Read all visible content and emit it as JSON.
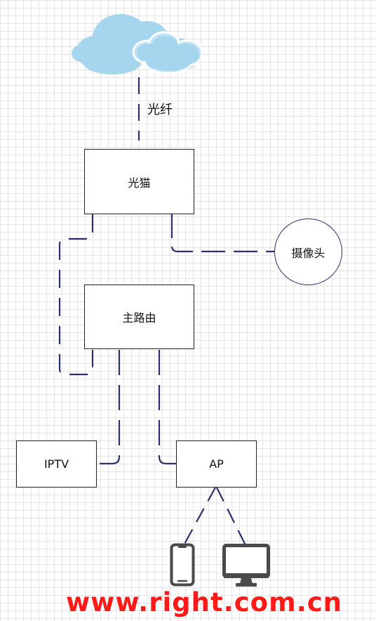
{
  "diagram": {
    "nodes": {
      "internet": {
        "label": "",
        "icon": "cloud-icon"
      },
      "optical_modem": {
        "label": "光猫"
      },
      "camera": {
        "label": "摄像头"
      },
      "main_router": {
        "label": "主路由"
      },
      "iptv": {
        "label": "IPTV"
      },
      "ap": {
        "label": "AP"
      },
      "phone": {
        "label": "",
        "icon": "smartphone-icon"
      },
      "monitor": {
        "label": "",
        "icon": "monitor-icon"
      }
    },
    "edges": [
      {
        "from": "internet",
        "to": "optical_modem",
        "label": "光纤",
        "style": "dashed"
      },
      {
        "from": "optical_modem",
        "to": "main_router",
        "label": "",
        "style": "dashed"
      },
      {
        "from": "optical_modem",
        "to": "camera",
        "label": "",
        "style": "dashed"
      },
      {
        "from": "main_router",
        "to": "iptv",
        "label": "",
        "style": "dashed"
      },
      {
        "from": "main_router",
        "to": "ap",
        "label": "",
        "style": "dashed"
      },
      {
        "from": "ap",
        "to": "phone",
        "label": "",
        "style": "dashed"
      },
      {
        "from": "ap",
        "to": "monitor",
        "label": "",
        "style": "dashed"
      }
    ]
  },
  "watermark": "www.right.com.cn",
  "colors": {
    "line": "#2b2f6b",
    "cloud": "#a6d6ee",
    "device": "#4a4a4a",
    "watermark": "#ff1a1a"
  }
}
